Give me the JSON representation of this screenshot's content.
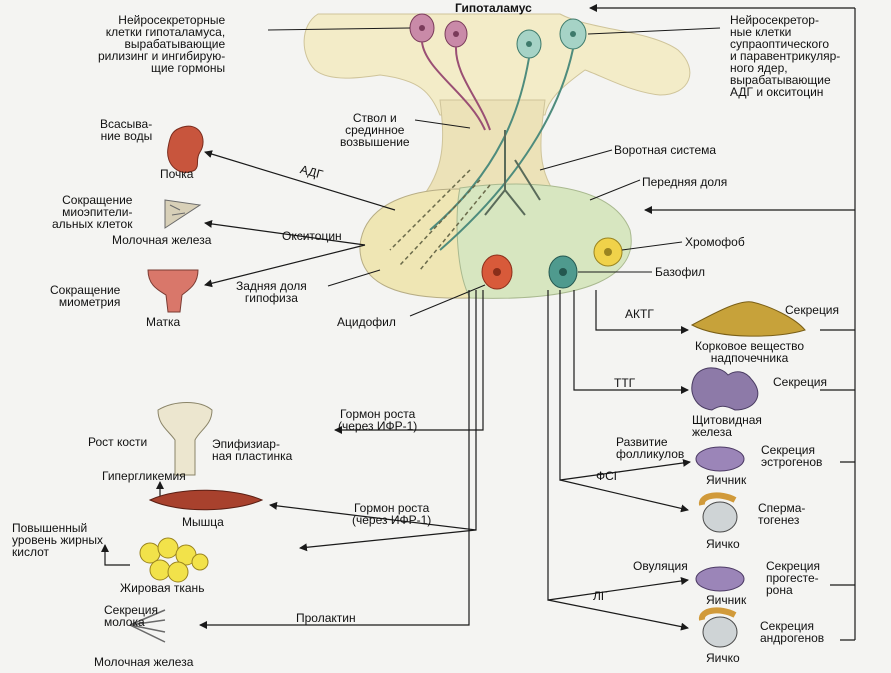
{
  "colors": {
    "arrow": "#1a1a1a",
    "hypothalamus": "#f3ecc8",
    "pituitary_posterior": "#efe6b4",
    "pituitary_anterior": "#d7e6c0",
    "kidney": "#c8553d",
    "uterus": "#d9776a",
    "adrenal": "#c7a23a",
    "thyroid": "#8d7aa8",
    "ovary": "#9b85b8",
    "testis": "#d19a3a",
    "fat": "#f2e24a",
    "muscle": "#a8412d",
    "bone": "#ece6cf",
    "acidophil": "#d85a3a",
    "basophil": "#4f9a8e",
    "chromophobe": "#f0d24a"
  },
  "labels": {
    "hypothalamus": "Гипоталамус",
    "neurosecretory_left": [
      "Нейросекреторные",
      "клетки гипоталамуса,",
      "вырабатывающие",
      "рилизинг и ингибирую-",
      "щие гормоны"
    ],
    "neurosecretory_right": [
      "Нейросекретор-",
      "ные клетки",
      "супраоптического",
      "и паравентрикуляр-",
      "ного ядер,",
      "вырабатывающие",
      "АДГ и окситоцин"
    ],
    "stem": [
      "Ствол и",
      "срединное",
      "возвышение"
    ],
    "portal_system": "Воротная система",
    "anterior_lobe": "Передняя доля",
    "chromophobe": "Хромофоб",
    "basophil": "Базофил",
    "acidophil": "Ацидофил",
    "posterior_lobe": [
      "Задняя доля",
      "гипофиза"
    ],
    "adh": "АДГ",
    "oxytocin": "Окситоцин",
    "water_absorption": [
      "Всасыва-",
      "ние воды"
    ],
    "kidney": "Почка",
    "myoepithelial": [
      "Сокращение",
      "миоэпители-",
      "альных клеток"
    ],
    "mammary_gland_1": "Молочная железа",
    "myometrium": [
      "Сокращение",
      "миометрия"
    ],
    "uterus": "Матка",
    "acth": "АКТГ",
    "secretion_1": "Секреция",
    "adrenal_cortex": [
      "Корковое вещество",
      "надпочечника"
    ],
    "tsh": "ТТГ",
    "secretion_2": "Секреция",
    "thyroid": [
      "Щитовидная",
      "железа"
    ],
    "follicle_development": [
      "Развитие",
      "фолликулов"
    ],
    "secretion_estrogens": [
      "Секреция",
      "эстрогенов"
    ],
    "ovary_1": "Яичник",
    "fsh": "ФСГ",
    "spermatogenesis": [
      "Сперма-",
      "тогенез"
    ],
    "testis_1": "Яичко",
    "lh": "ЛГ",
    "ovulation": "Овуляция",
    "secretion_progesterone": [
      "Секреция",
      "прогесте-",
      "рона"
    ],
    "ovary_2": "Яичник",
    "secretion_androgens": [
      "Секреция",
      "андрогенов"
    ],
    "testis_2": "Яичко",
    "growth_hormone_1": [
      "Гормон роста",
      "(через ИФР-1)"
    ],
    "bone_growth": "Рост кости",
    "epiphyseal_plate": [
      "Эпифизиар-",
      "ная пластинка"
    ],
    "hyperglycemia": "Гипергликемия",
    "muscle": "Мышца",
    "growth_hormone_2": [
      "Гормон роста",
      "(через ИФР-1)"
    ],
    "fatty_acids": [
      "Повышенный",
      "уровень жирных",
      "кислот"
    ],
    "adipose": "Жировая ткань",
    "prolactin": "Пролактин",
    "milk_secretion": [
      "Секреция",
      "молока"
    ],
    "mammary_gland_2": "Молочная железа"
  }
}
